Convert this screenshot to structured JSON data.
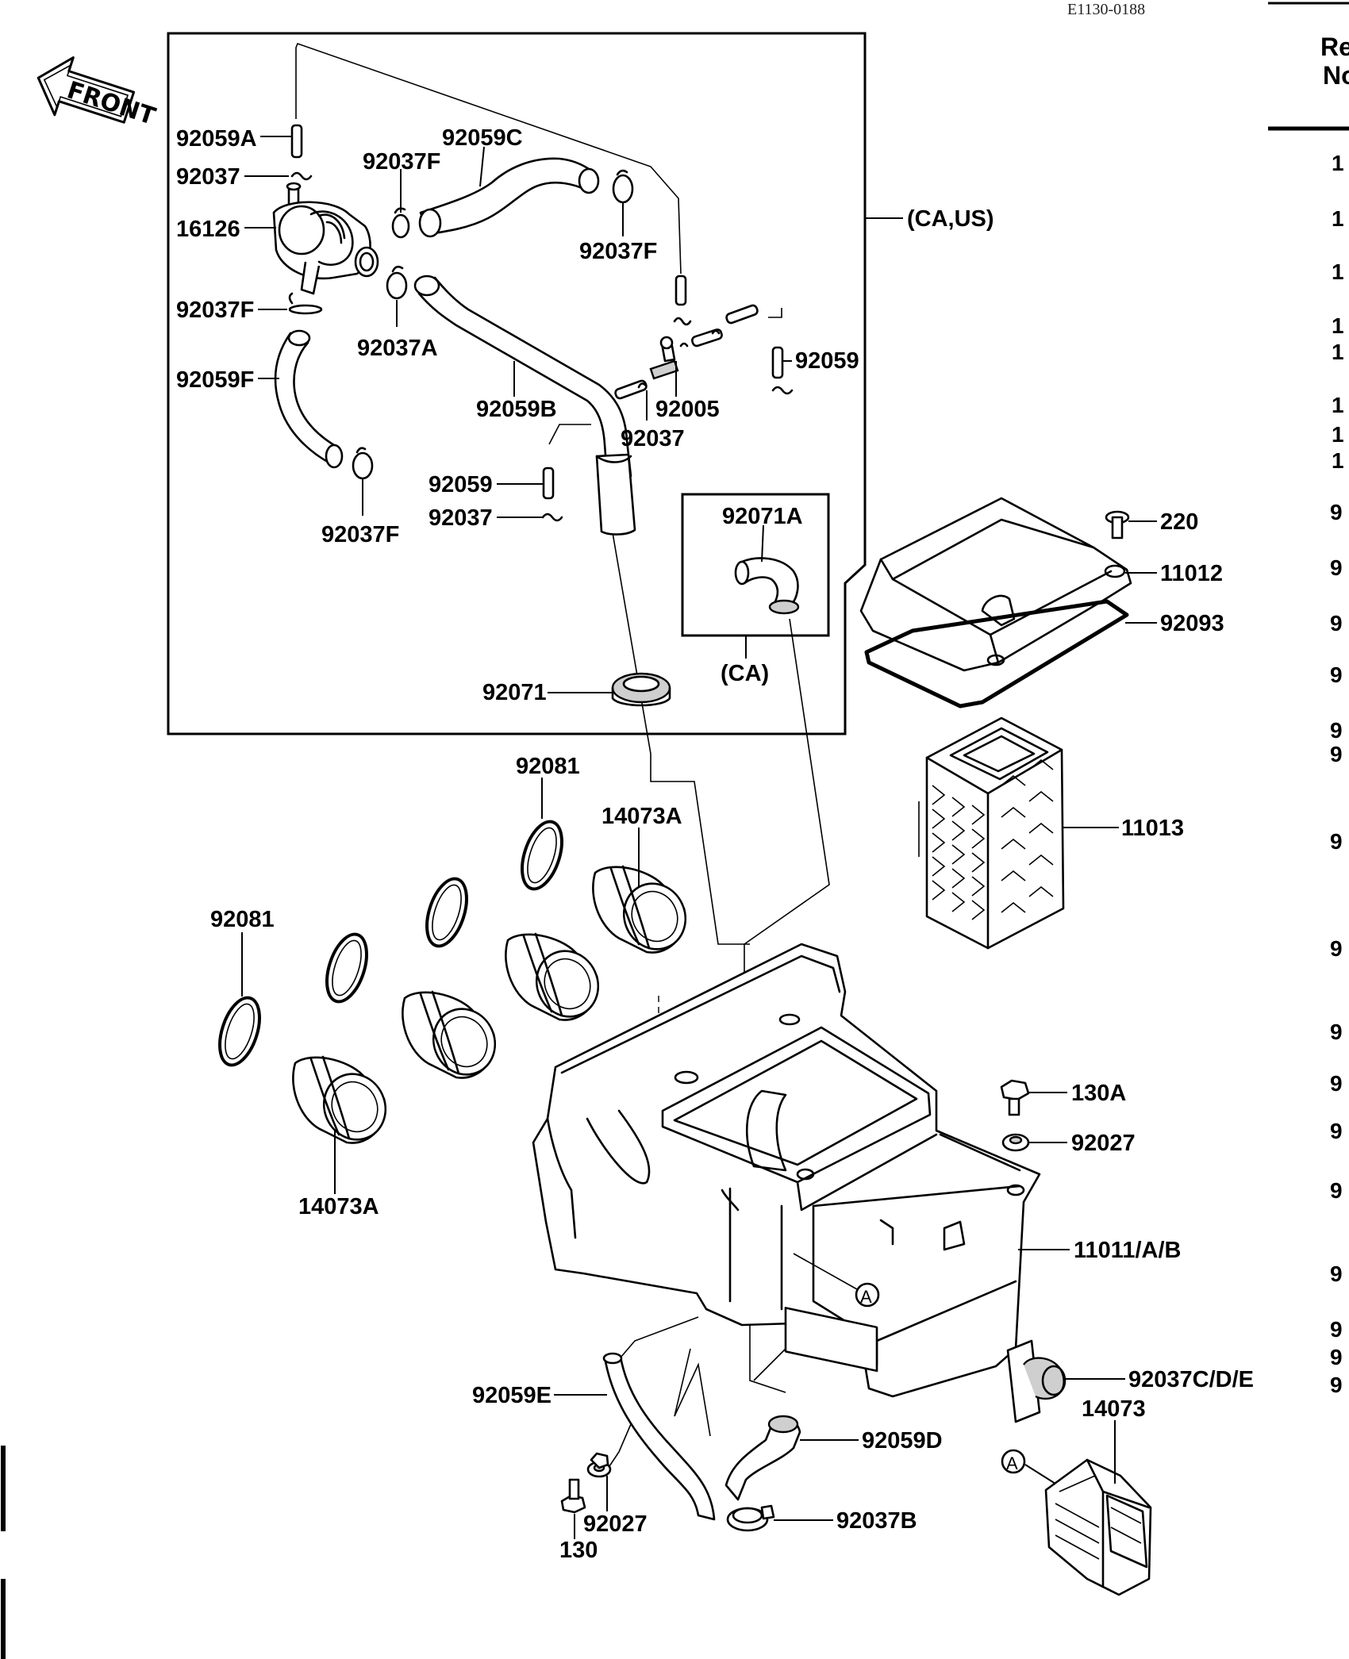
{
  "ref_code": "E1130-0188",
  "front_badge": "FRONT",
  "right_column": {
    "header_line1": "Re",
    "header_line2": "No",
    "rows": [
      "1",
      "1",
      "1",
      "1",
      "1",
      "1",
      "1",
      "1",
      "9",
      "9",
      "9",
      "9",
      "9",
      "9",
      "9",
      "9",
      "9",
      "9",
      "9",
      "9",
      "9",
      "9",
      "9",
      "9"
    ]
  },
  "groups": {
    "ca_us": "(CA,US)",
    "ca": "(CA)"
  },
  "parts": {
    "p92059A": "92059A",
    "p92037_top": "92037",
    "p16126": "16126",
    "p92037F_l": "92037F",
    "p92059F": "92059F",
    "p92059C": "92059C",
    "p92037F_a": "92037F",
    "p92037F_r": "92037F",
    "p92037A": "92037A",
    "p92059B": "92059B",
    "p92005": "92005",
    "p92037_mid": "92037",
    "p92059_r": "92059",
    "p92059_l": "92059",
    "p92037_l": "92037",
    "p92037F_b": "92037F",
    "p92071A": "92071A",
    "p92071": "92071",
    "p220": "220",
    "p11012": "11012",
    "p92093": "92093",
    "p11013": "11013",
    "p92081_a": "92081",
    "p92081_b": "92081",
    "p14073A_a": "14073A",
    "p14073A_b": "14073A",
    "p130A": "130A",
    "p92027_r": "92027",
    "p11011": "11011/A/B",
    "p92037CDE": "92037C/D/E",
    "p14073": "14073",
    "p92059E": "92059E",
    "p92059D": "92059D",
    "p92037B": "92037B",
    "p92027_b": "92027",
    "p130": "130"
  },
  "callout_marker": "A"
}
